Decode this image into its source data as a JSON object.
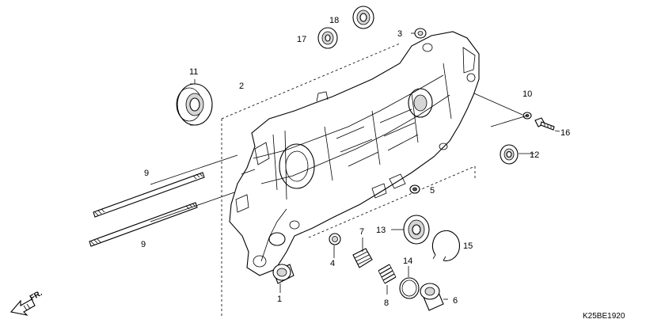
{
  "diagram": {
    "part_numbers": [
      "1",
      "2",
      "3",
      "4",
      "5",
      "6",
      "7",
      "8",
      "9",
      "9",
      "10",
      "11",
      "12",
      "13",
      "14",
      "15",
      "16",
      "17",
      "18"
    ],
    "direction_label": "FR.",
    "diagram_code": "K25BE1920"
  }
}
